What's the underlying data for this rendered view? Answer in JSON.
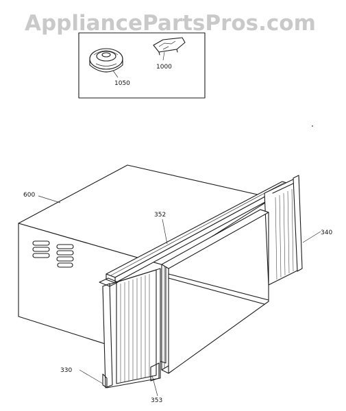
{
  "watermark": "AppliancePartsPros.com",
  "part_labels": {
    "p1050": "1050",
    "p1000": "1000",
    "p600": "600",
    "p352": "352",
    "p340": "340",
    "p330": "330",
    "p353": "353"
  },
  "colors": {
    "line": "#1a1a1a",
    "watermark": "#c9c9c9",
    "background": "#ffffff"
  }
}
